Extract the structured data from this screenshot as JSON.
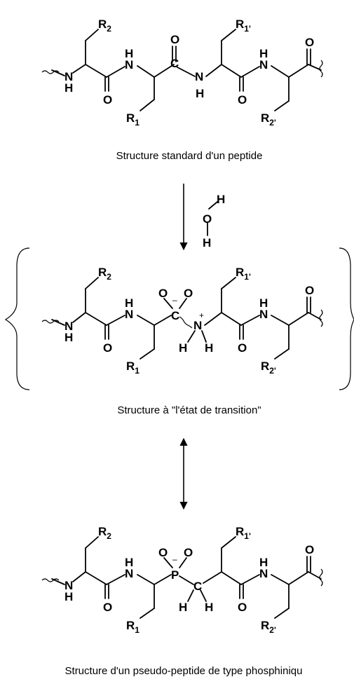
{
  "captions": {
    "standard": "Structure standard d'un peptide",
    "transition": "Structure à \"l'état de transition\"",
    "pseudo": "Structure d'un pseudo-peptide de type phosphiniqu"
  },
  "atoms": {
    "N": "N",
    "H": "H",
    "O": "O",
    "C": "C",
    "P": "P",
    "R": "R"
  },
  "subscripts": {
    "one": "1",
    "two": "2",
    "one_prime": "1'",
    "two_prime": "2'"
  },
  "charges": {
    "minus": "–",
    "plus": "+"
  }
}
